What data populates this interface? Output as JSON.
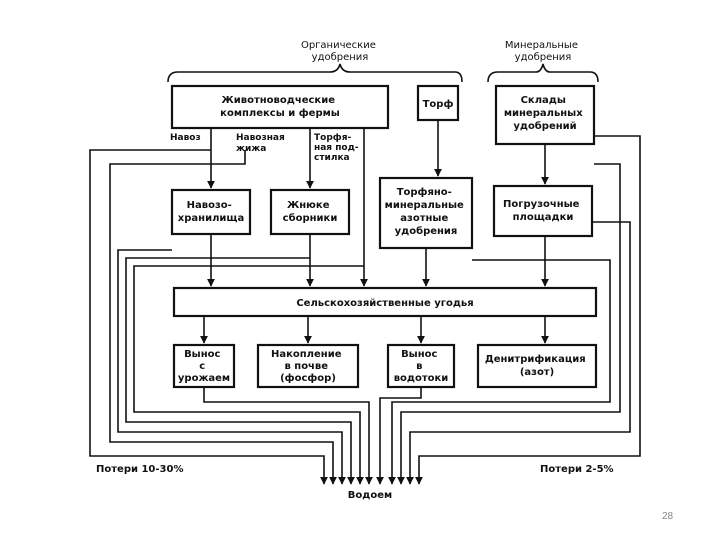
{
  "groups": {
    "organic": [
      "Органические",
      "удобрения"
    ],
    "mineral": [
      "Минеральные",
      "удобрения"
    ]
  },
  "boxes": {
    "livestock": [
      "Животноводческие",
      "комплексы и фермы"
    ],
    "peat": [
      "Торф"
    ],
    "warehouses": [
      "Склады",
      "минеральных",
      "удобрений"
    ],
    "manure_storage": [
      "Навозо-",
      "хранилища"
    ],
    "liquid_collectors": [
      "Жнюке",
      "сборники"
    ],
    "peat_mineral": [
      "Торфяно-",
      "минеральные",
      "азотные",
      "удобрения"
    ],
    "loading_areas": [
      "Погрузочные",
      "площадки"
    ],
    "farmland": [
      "Сельскохозяйственные угодья"
    ],
    "crop_removal": [
      "Вынос",
      "с",
      "урожаем"
    ],
    "soil_accumulation": [
      "Накопление",
      "в почве",
      "(фосфор)"
    ],
    "stream_removal": [
      "Вынос",
      "в",
      "водотоки"
    ],
    "denitrification": [
      "Денитрификация",
      "(азот)"
    ]
  },
  "flow_labels": {
    "manure": "Навоз",
    "liquid_manure": [
      "Навозная",
      "жижа"
    ],
    "peat_bedding": [
      "Торфя-",
      "ная под-",
      "стилка"
    ]
  },
  "footer": {
    "losses_left": "Потери 10-30%",
    "losses_right": "Потери 2-5%",
    "water_body": "Водоем"
  },
  "slide_number": "28"
}
